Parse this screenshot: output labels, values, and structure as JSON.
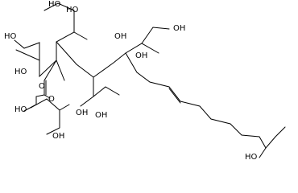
{
  "labels": {
    "oh_1": "HO",
    "oh_2": "HO",
    "oh_3": "OH",
    "oh_4": "OH",
    "oh_5": "HO",
    "oh_6": "HO",
    "oh_7": "OH",
    "oh_8": "OH",
    "oh_9": "HO",
    "oh_10": "OH",
    "oh_11": "OH",
    "oh_12": "HO",
    "o_carbonyl": "O",
    "o_ester": "O"
  },
  "colors": {
    "bond": "#000000",
    "background": "#ffffff"
  }
}
